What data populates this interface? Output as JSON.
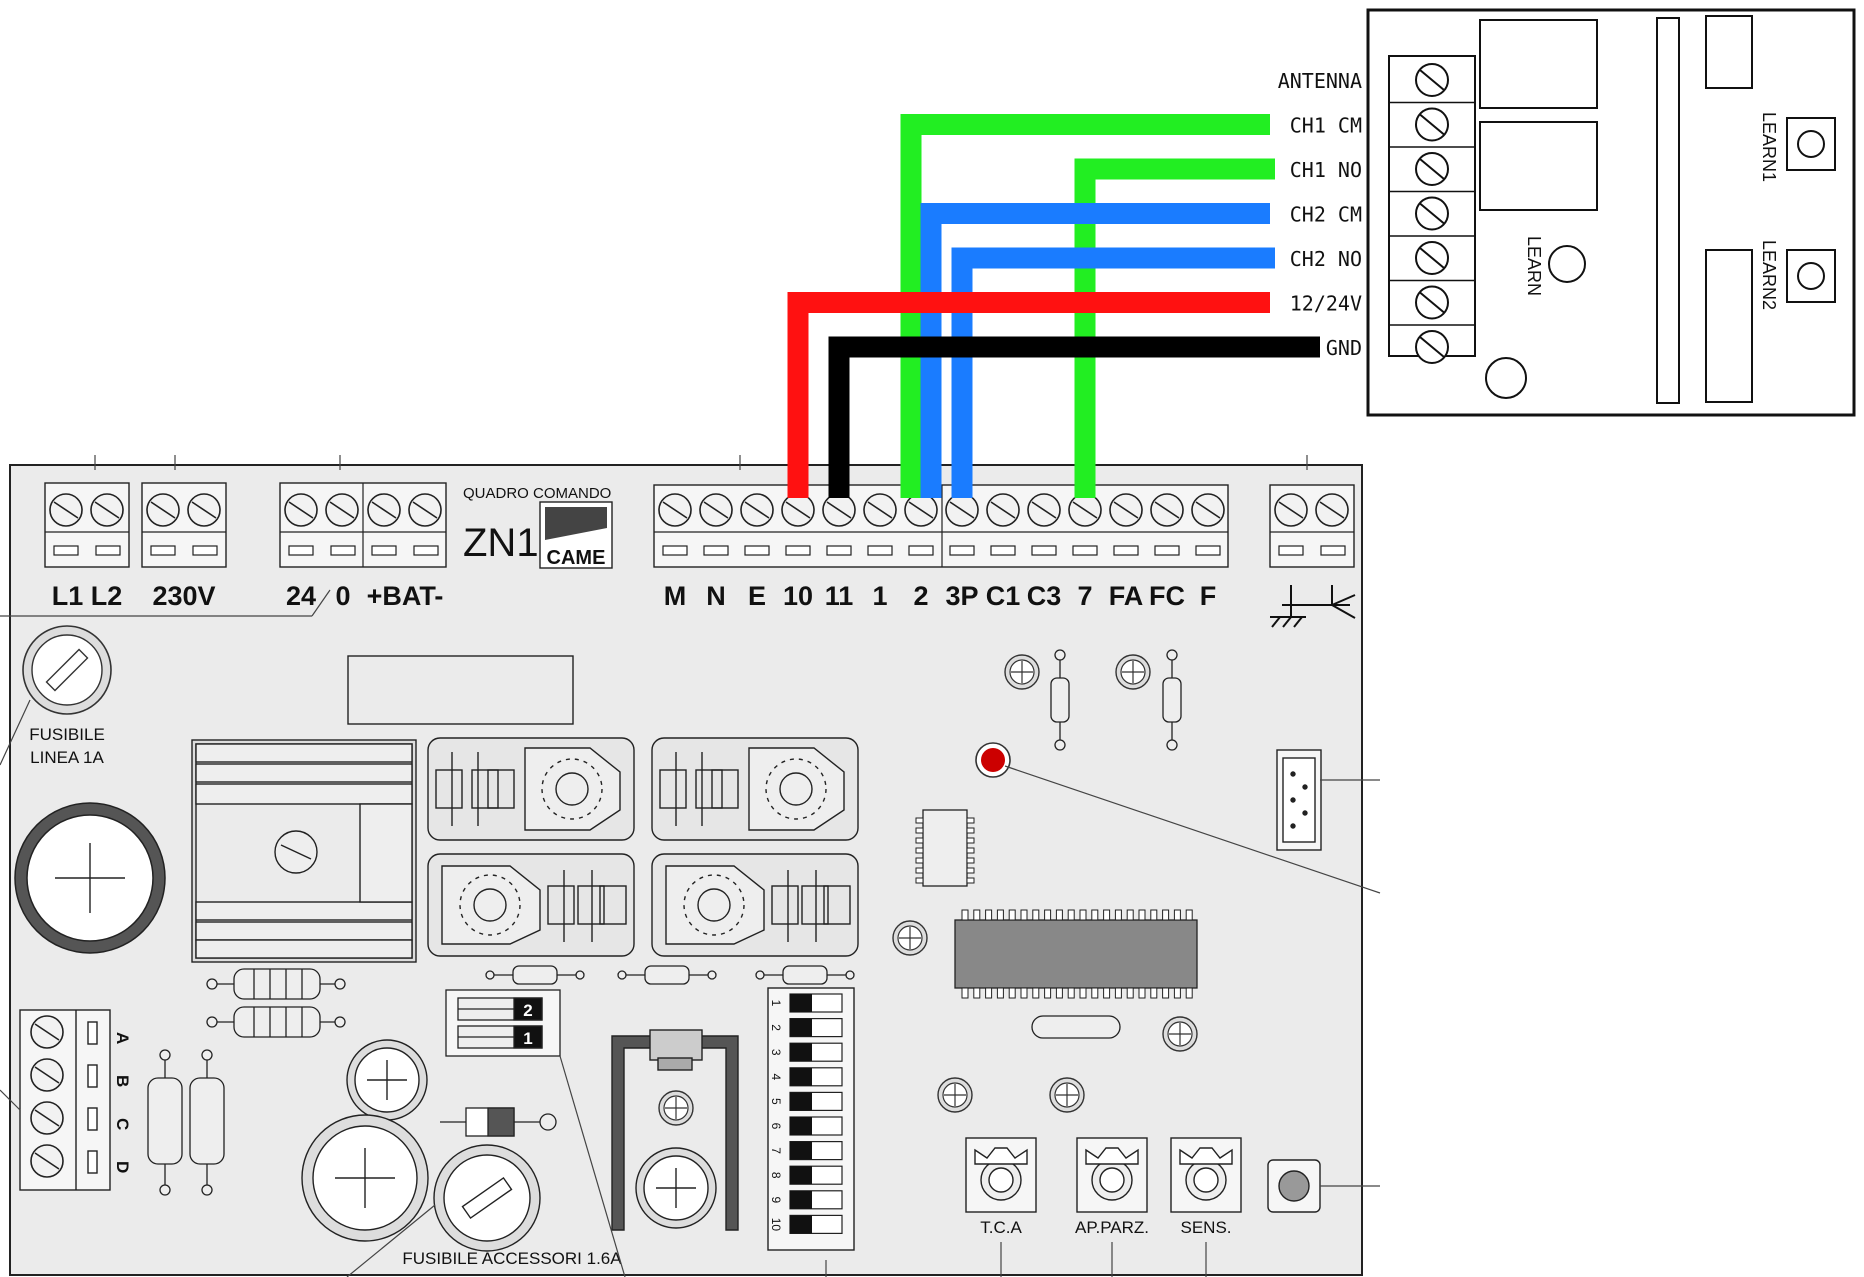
{
  "board": {
    "header_small": "QUADRO COMANDO",
    "model": "ZN1",
    "brand": "CAME",
    "groups": [
      "L1 L2",
      "230V",
      "24",
      "0",
      "+BAT-"
    ],
    "main_terminals": [
      "M",
      "N",
      "E",
      "10",
      "11",
      "1",
      "2",
      "3P",
      "C1",
      "C3",
      "7",
      "FA",
      "FC",
      "F"
    ],
    "fuse_line": [
      "FUSIBILE",
      "LINEA 1A"
    ],
    "fuse_accessories": "FUSIBILE ACCESSORI 1.6A",
    "encoder_letters": [
      "A",
      "B",
      "C",
      "D"
    ],
    "jumper_numbers": [
      "2",
      "1"
    ],
    "dip_numbers": [
      "1",
      "2",
      "3",
      "4",
      "5",
      "6",
      "7",
      "8",
      "9",
      "10"
    ],
    "trimmers": [
      "T.C.A",
      "AP.PARZ.",
      "SENS."
    ]
  },
  "receiver": {
    "terminals": [
      "ANTENNA",
      "CH1 CM",
      "CH1 NO",
      "CH2 CM",
      "CH2 NO",
      "12/24V",
      "GND"
    ],
    "learn": "LEARN",
    "learn1": "LEARN1",
    "learn2": "LEARN2"
  },
  "wires": [
    {
      "from": "CH1 CM",
      "to": "2",
      "color": "#22ee22"
    },
    {
      "from": "CH1 NO",
      "to": "7",
      "color": "#22ee22"
    },
    {
      "from": "CH2 CM",
      "to": "2",
      "color": "#1a7cff"
    },
    {
      "from": "CH2 NO",
      "to": "3P",
      "color": "#1a7cff"
    },
    {
      "from": "12/24V",
      "to": "10",
      "color": "#ff1111"
    },
    {
      "from": "GND",
      "to": "11",
      "color": "#000000"
    }
  ]
}
